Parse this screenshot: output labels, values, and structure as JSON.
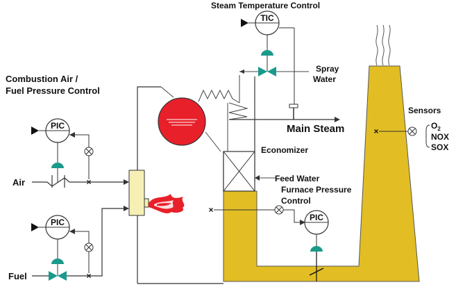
{
  "labels": {
    "steam_temp_control": "Steam Temperature Control",
    "combustion_line1": "Combustion Air /",
    "combustion_line2": "Fuel Pressure Control",
    "spray_line1": "Spray",
    "spray_line2": "Water",
    "main_steam": "Main Steam",
    "economizer": "Economizer",
    "feed_water": "Feed Water",
    "furnace_line1": "Furnace Pressure",
    "furnace_line2": "Control",
    "sensors": "Sensors",
    "o2_main": "O",
    "o2_sub": "2",
    "nox": "NOX",
    "sox": "SOX",
    "air": "Air",
    "fuel": "Fuel"
  },
  "instruments": {
    "tic": "TIC",
    "pic_air": "PIC",
    "pic_fuel": "PIC",
    "pic_furnace": "PIC"
  },
  "colors": {
    "duct": "#e2be24",
    "drum": "#e8202a",
    "burner": "#f6f0b4",
    "flame": "#e8202a",
    "valve": "#1a9a8a",
    "marker": "#111111"
  }
}
